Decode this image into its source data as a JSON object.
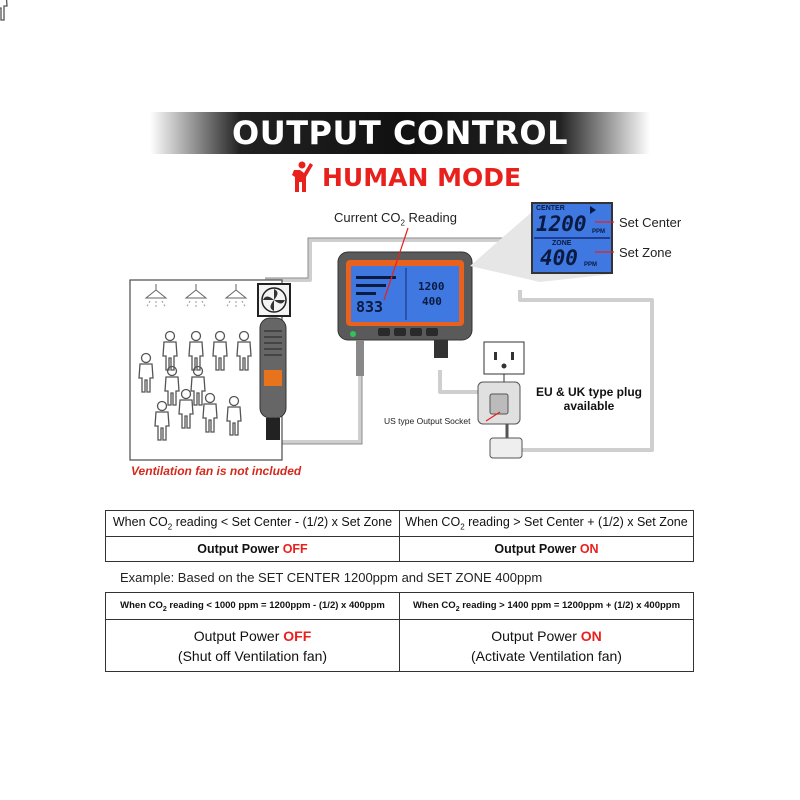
{
  "header": {
    "title": "OUTPUT CONTROL",
    "mode": "HUMAN MODE"
  },
  "diagram": {
    "current_reading_label": "Current CO",
    "current_reading_sub": "2",
    "current_reading_suffix": " Reading",
    "set_center_label": "Set Center",
    "set_zone_label": "Set Zone",
    "zoom_center_tag": "CENTER",
    "zoom_center_value": "1200",
    "zoom_zone_tag": "ZONE",
    "zoom_zone_value": "400",
    "zoom_unit": "PPM",
    "device_reading": "833",
    "device_center": "1200",
    "device_zone": "400",
    "plug_label_line1": "EU & UK type plug",
    "plug_label_line2": "available",
    "socket_label": "US type Output Socket",
    "fan_note": "Ventilation fan is not included",
    "colors": {
      "accent_red": "#e8211d",
      "lcd_blue": "#3f78e0"
    }
  },
  "table1": {
    "left_condition": "When CO",
    "left_condition_sub": "2",
    "left_condition_rest": " reading < Set Center - (1/2) x Set Zone",
    "right_condition": "When CO",
    "right_condition_sub": "2",
    "right_condition_rest": " reading > Set Center + (1/2) x Set Zone",
    "left_power": "Output Power ",
    "left_state": "OFF",
    "right_power": "Output Power ",
    "right_state": "ON"
  },
  "example": "Example: Based on the SET CENTER 1200ppm and SET ZONE 400ppm",
  "table2": {
    "left_condition": "When CO",
    "left_condition_sub": "2",
    "left_condition_rest": " reading < 1000 ppm = 1200ppm - (1/2) x 400ppm",
    "right_condition": "When CO",
    "right_condition_sub": "2",
    "right_condition_rest": " reading > 1400 ppm = 1200ppm + (1/2) x 400ppm",
    "left_power": "Output Power ",
    "left_state": "OFF",
    "left_detail": "(Shut off Ventilation fan)",
    "right_power": "Output Power ",
    "right_state": "ON",
    "right_detail": "(Activate Ventilation fan)"
  }
}
